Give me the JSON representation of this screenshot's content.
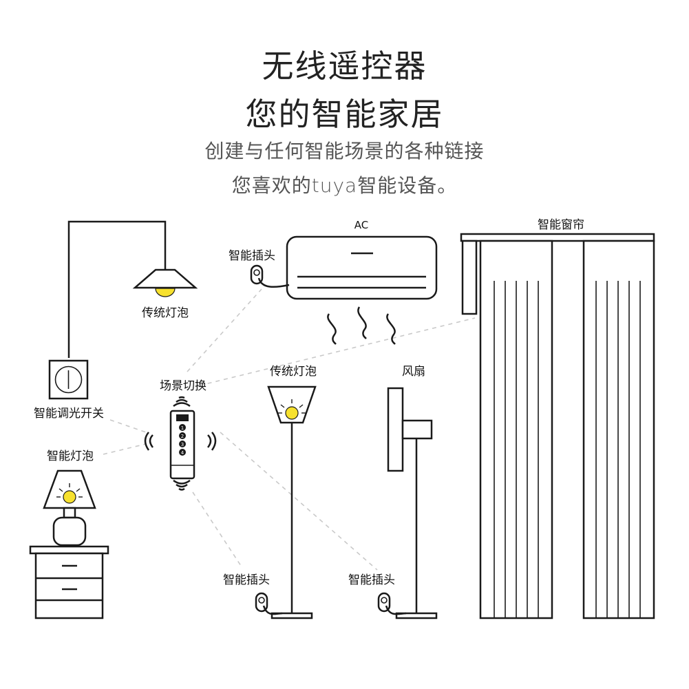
{
  "header": {
    "title_line1": "无线遥控器",
    "title_line2": "您的智能家居",
    "subtitle_line1": "创建与任何智能场景的各种链接",
    "subtitle_line2": "您喜欢的tuya智能设备。"
  },
  "labels": {
    "ceiling_bulb": "传统灯泡",
    "ac_plug": "智能插头",
    "ac": "AC",
    "curtain": "智能窗帘",
    "dimmer_switch": "智能调光开关",
    "scene_switch": "场景切换",
    "floor_lamp_bulb": "传统灯泡",
    "fan": "风扇",
    "smart_bulb": "智能灯泡",
    "plug_lamp": "智能插头",
    "plug_fan": "智能插头"
  },
  "remote": {
    "buttons": [
      "1",
      "2",
      "3",
      "4"
    ]
  },
  "colors": {
    "bulb": "#f7e12e",
    "line": "#1a1a1a",
    "dash": "#c9c9c9"
  }
}
